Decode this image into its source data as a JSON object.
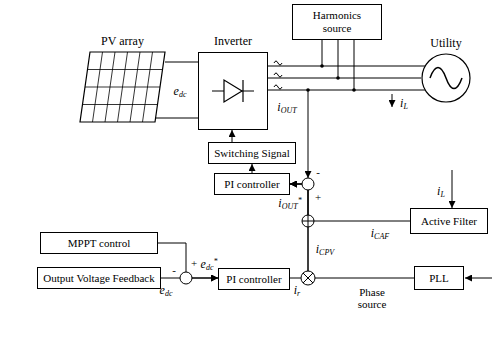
{
  "diagram": {
    "nodes": [
      {
        "text": [
          "PV array"
        ]
      },
      {
        "text": [
          "Inverter"
        ]
      },
      {
        "text": [
          "Harmonics source"
        ]
      },
      {
        "text": [
          "Utility"
        ]
      },
      {
        "text": [
          "Switching Signal"
        ]
      },
      {
        "text": [
          "PI controller"
        ]
      },
      {
        "text": [
          "MPPT control"
        ]
      },
      {
        "text": [
          "Output Voltage Feedback"
        ]
      },
      {
        "text": [
          "PI controller"
        ]
      },
      {
        "text": [
          "Active Filter"
        ]
      },
      {
        "text": [
          "PLL"
        ]
      }
    ],
    "edges": [
      {
        "from": 0,
        "to": 1,
        "arrow": "none"
      },
      {
        "from": 1,
        "to": 3,
        "arrow": "none"
      },
      {
        "from": 4,
        "to": 1,
        "arrow": "to"
      },
      {
        "from": 5,
        "to": 4,
        "arrow": "to"
      },
      {
        "from": 6,
        "to": 8,
        "arrow": "to"
      },
      {
        "from": 7,
        "to": 8,
        "arrow": "to"
      },
      {
        "from": 8,
        "to": 5,
        "arrow": "to"
      },
      {
        "from": 10,
        "to": 5,
        "arrow": "to"
      },
      {
        "from": 9,
        "to": 5,
        "arrow": "to"
      }
    ],
    "labels": [
      "edc",
      "iL",
      "iOUT",
      "+",
      "-",
      "iOUT*",
      "iL",
      "iCAF",
      "iCPV",
      "edc*",
      "+",
      "-",
      "edc",
      "ir",
      "Phase source"
    ]
  }
}
